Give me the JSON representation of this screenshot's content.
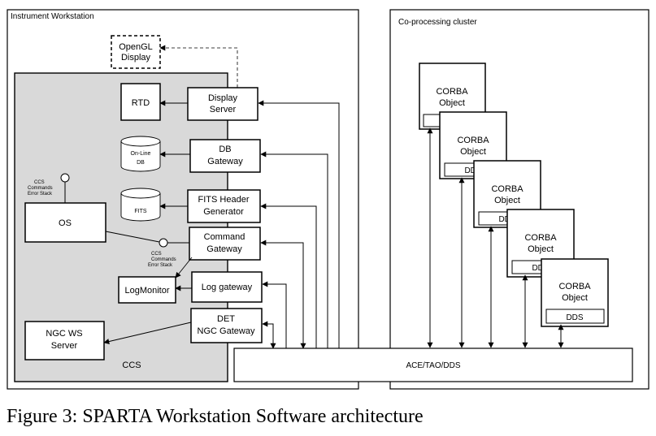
{
  "regions": {
    "instrument_workstation": "Instrument Workstation",
    "coprocessing_cluster": "Co-processing cluster",
    "ccs": "CCS"
  },
  "boxes": {
    "opengl": [
      "OpenGL",
      "Display"
    ],
    "rtd": "RTD",
    "display_server": [
      "Display",
      "Server"
    ],
    "db_gateway": [
      "DB",
      "Gateway"
    ],
    "fits_header": [
      "FITS Header",
      "Generator"
    ],
    "command_gateway": [
      "Command",
      "Gateway"
    ],
    "log_gateway": "Log gateway",
    "det_gateway": [
      "DET",
      "NGC Gateway"
    ],
    "logmonitor": "LogMonitor",
    "os": "OS",
    "ngc_ws_server": [
      "NGC WS",
      "Server"
    ],
    "ace": "ACE/TAO/DDS"
  },
  "databases": {
    "online_db": [
      "On-Line",
      "DB"
    ],
    "fits": "FITS"
  },
  "interfaces": {
    "os_top": [
      "CCS",
      "Commands",
      "Error Stack"
    ],
    "cmd_gateway": [
      "CCS",
      "Commands",
      "Error Stack"
    ]
  },
  "corba": {
    "title": [
      "CORBA",
      "Object"
    ],
    "dds_label": "DDS"
  },
  "caption": "Figure 3: SPARTA Workstation Software architecture"
}
